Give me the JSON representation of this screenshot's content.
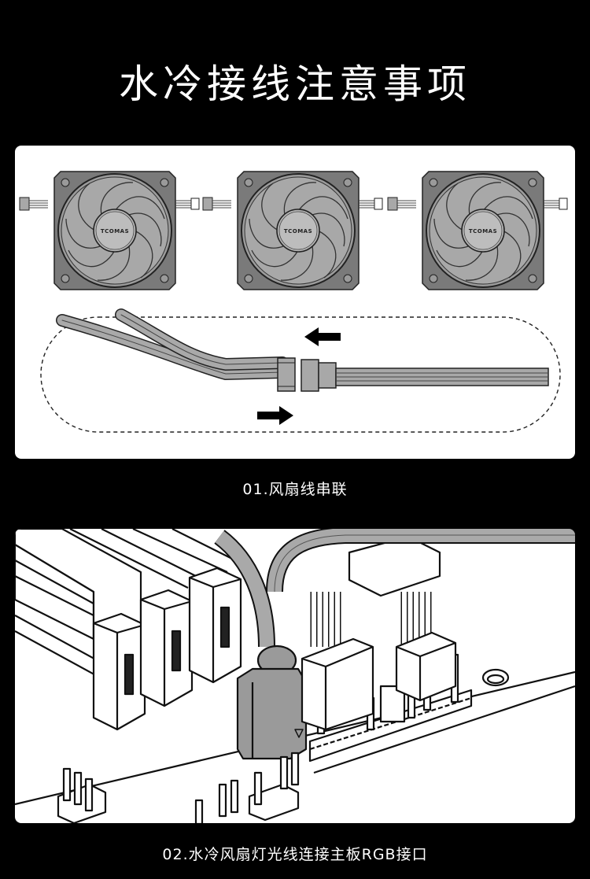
{
  "page": {
    "title": "水冷接线注意事项",
    "background_color": "#000000",
    "text_color": "#ffffff"
  },
  "section1": {
    "caption": "01.风扇线串联",
    "fans": [
      {
        "logo": "TCOMAS"
      },
      {
        "logo": "TCOMAS"
      },
      {
        "logo": "TCOMAS"
      }
    ],
    "arrows": [
      "arrow-left",
      "arrow-right"
    ]
  },
  "section2": {
    "caption": "02.水冷风扇灯光线连接主板RGB接口"
  }
}
